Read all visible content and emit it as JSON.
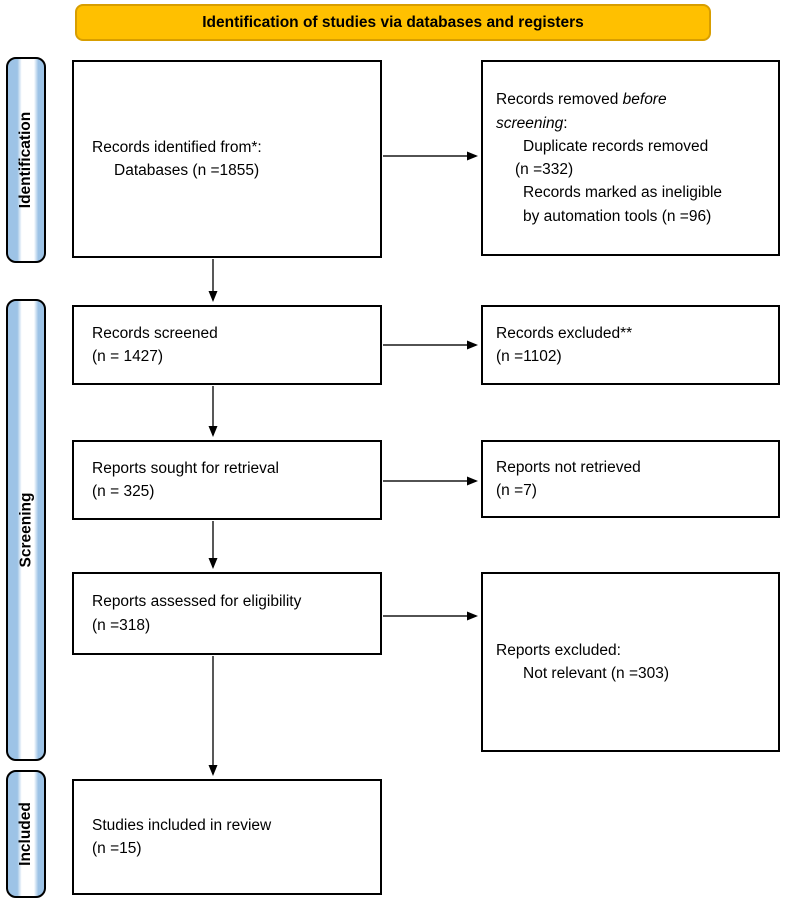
{
  "header": {
    "title": "Identification of studies via databases and registers"
  },
  "sidebar": {
    "identification_label": "Identification",
    "screening_label": "Screening",
    "included_label": "Included"
  },
  "boxes": {
    "records_identified": {
      "line1": "Records identified from*:",
      "line2": "Databases (n =1855)"
    },
    "records_removed": {
      "intro_pre": "Records removed ",
      "intro_italic1": "before",
      "intro_italic2": "screening",
      "intro_post": ":",
      "item1_line1": "Duplicate records removed",
      "item1_line2": "(n =332)",
      "item2_line1": "Records marked as ineligible",
      "item2_line2": "by automation tools (n =96)"
    },
    "records_screened": {
      "line1": "Records screened",
      "line2": "(n = 1427)"
    },
    "records_excluded": {
      "line1": "Records excluded**",
      "line2": "(n =1102)"
    },
    "reports_sought": {
      "line1": "Reports sought for retrieval",
      "line2": "(n = 325)"
    },
    "reports_not_retrieved": {
      "line1": "Reports not retrieved",
      "line2": "(n =7)"
    },
    "reports_assessed": {
      "line1": "Reports assessed for eligibility",
      "line2": "(n =318)"
    },
    "reports_excluded": {
      "line1": "Reports excluded:",
      "line2": "Not relevant (n =303)"
    },
    "studies_included": {
      "line1": "Studies included in review",
      "line2": "(n =15)"
    }
  },
  "colors": {
    "banner_fill": "#FFC000",
    "banner_border": "#D89E00",
    "stage_blue": "#9DC3E6"
  }
}
